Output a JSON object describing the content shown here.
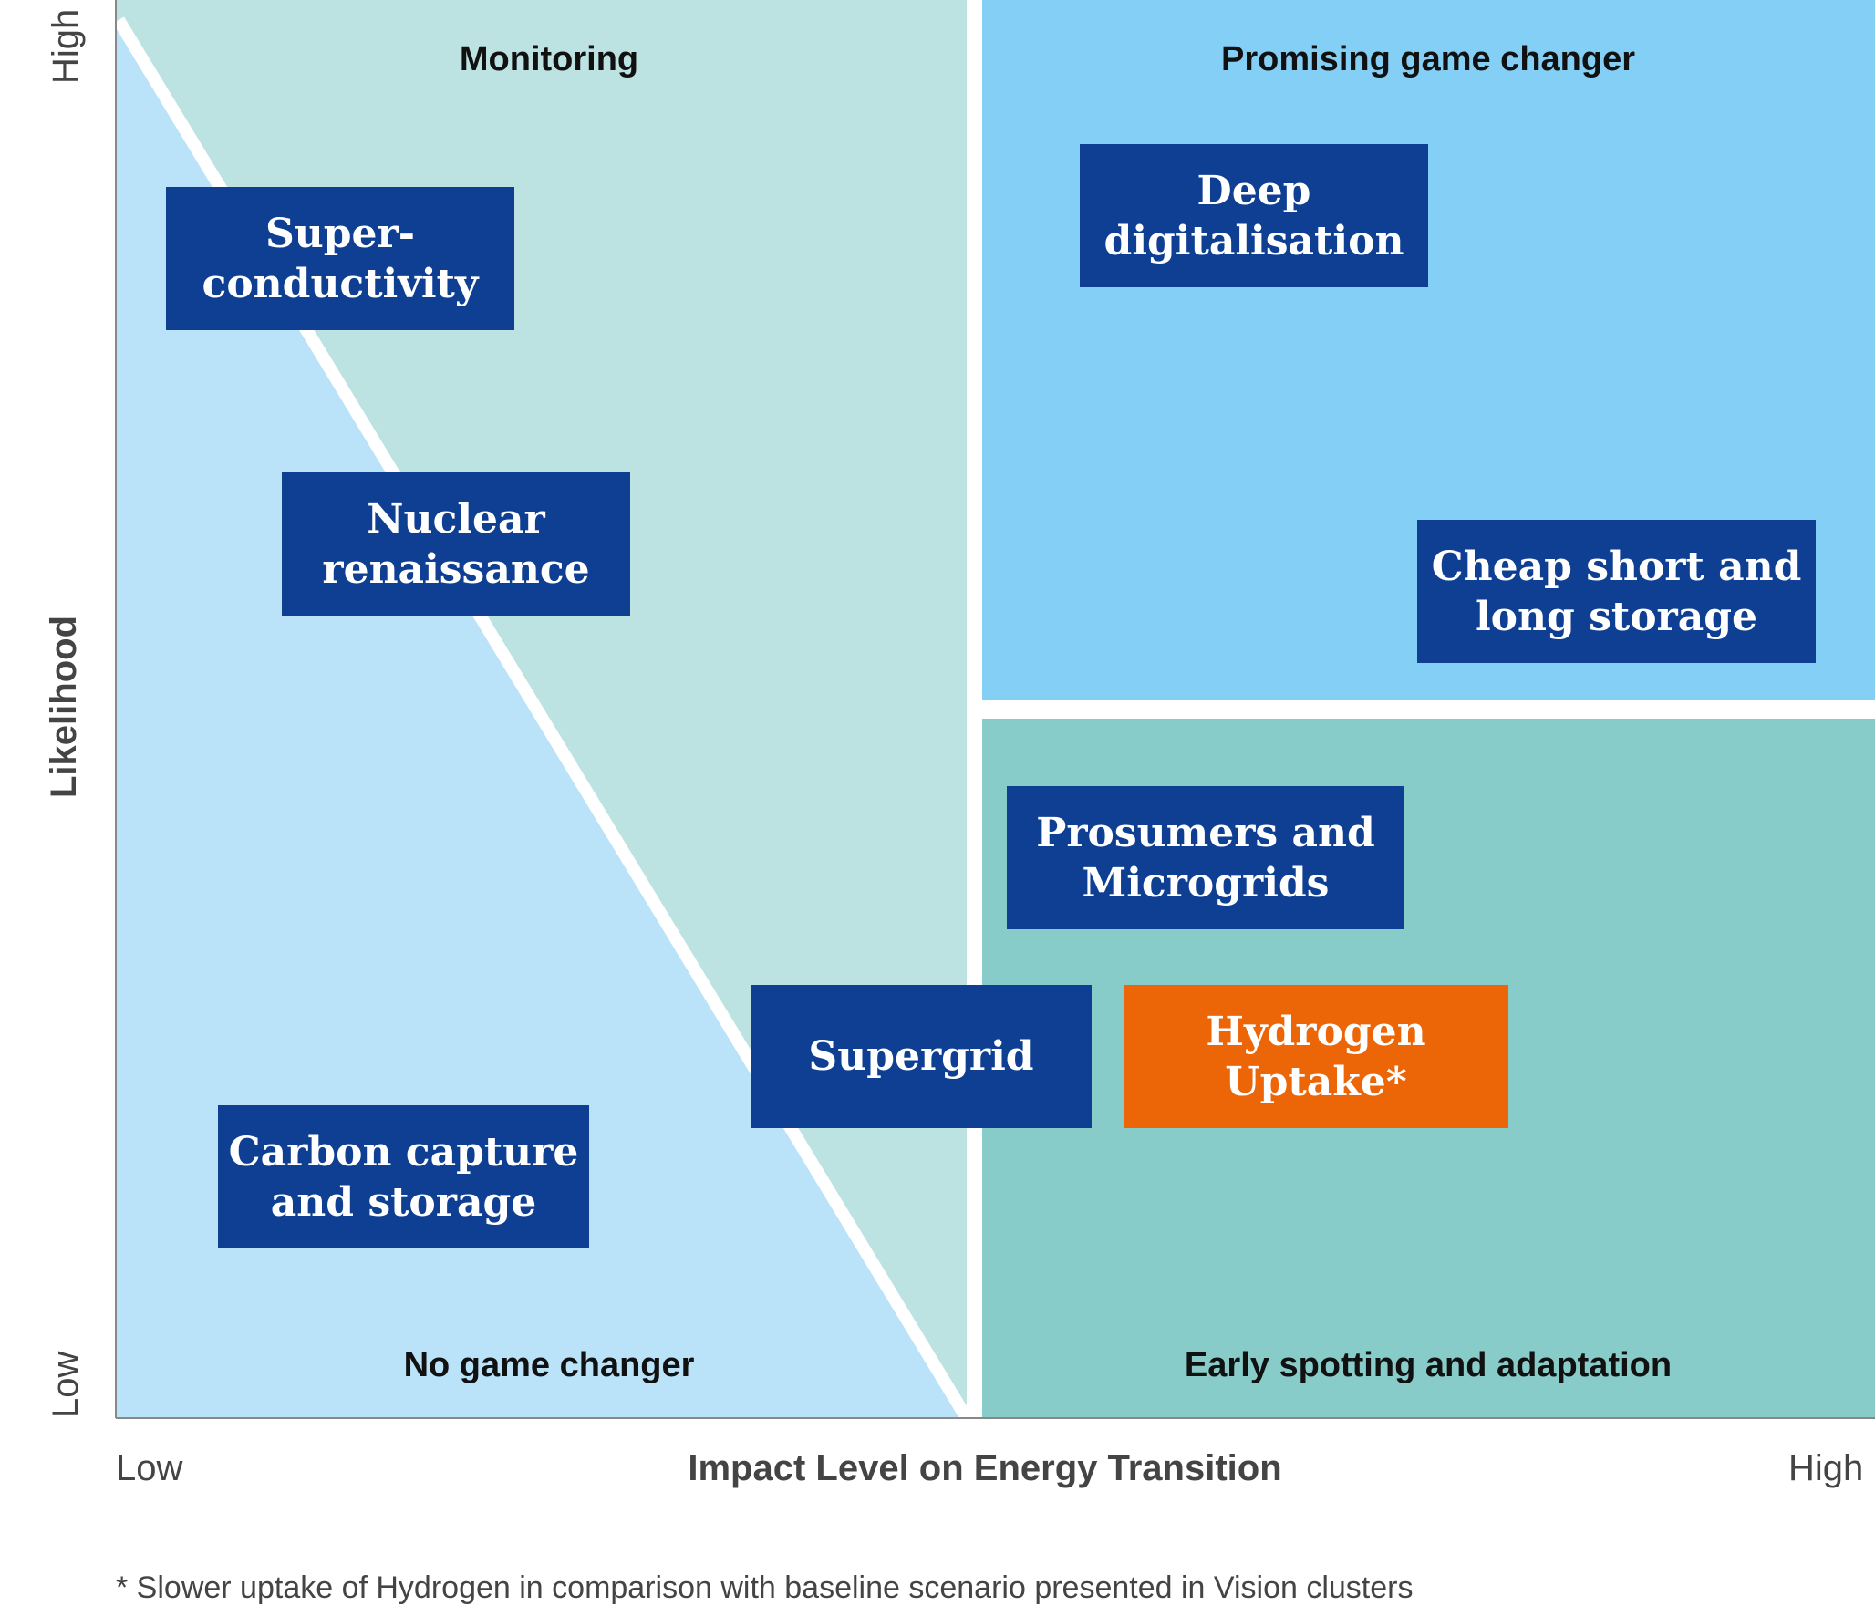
{
  "quadrants": {
    "top_left": "Monitoring",
    "top_right": "Promising game changer",
    "bottom_left": "No game changer",
    "bottom_right": "Early spotting and adaptation"
  },
  "items": {
    "superconductivity": "Super-\nconductivity",
    "nuclear": "Nuclear\nrenaissance",
    "ccs": "Carbon capture\nand storage",
    "supergrid": "Supergrid",
    "deep_digitalisation": "Deep\ndigitalisation",
    "storage": "Cheap short and\nlong storage",
    "prosumers": "Prosumers and\nMicrogrids",
    "hydrogen": "Hydrogen\nUptake*"
  },
  "axes": {
    "x_title": "Impact Level on Energy Transition",
    "x_low": "Low",
    "x_high": "High",
    "y_title": "Likelihood",
    "y_low": "Low",
    "y_high": "High"
  },
  "footnote": "* Slower uptake of Hydrogen in comparison with baseline scenario presented in Vision clusters",
  "colors": {
    "no_game_changer": "#bae2f8",
    "monitoring": "#bde2e2",
    "promising": "#84cff5",
    "early_spotting": "#87ccc8",
    "box_blue": "#0f3f93",
    "box_orange": "#ec6608"
  }
}
